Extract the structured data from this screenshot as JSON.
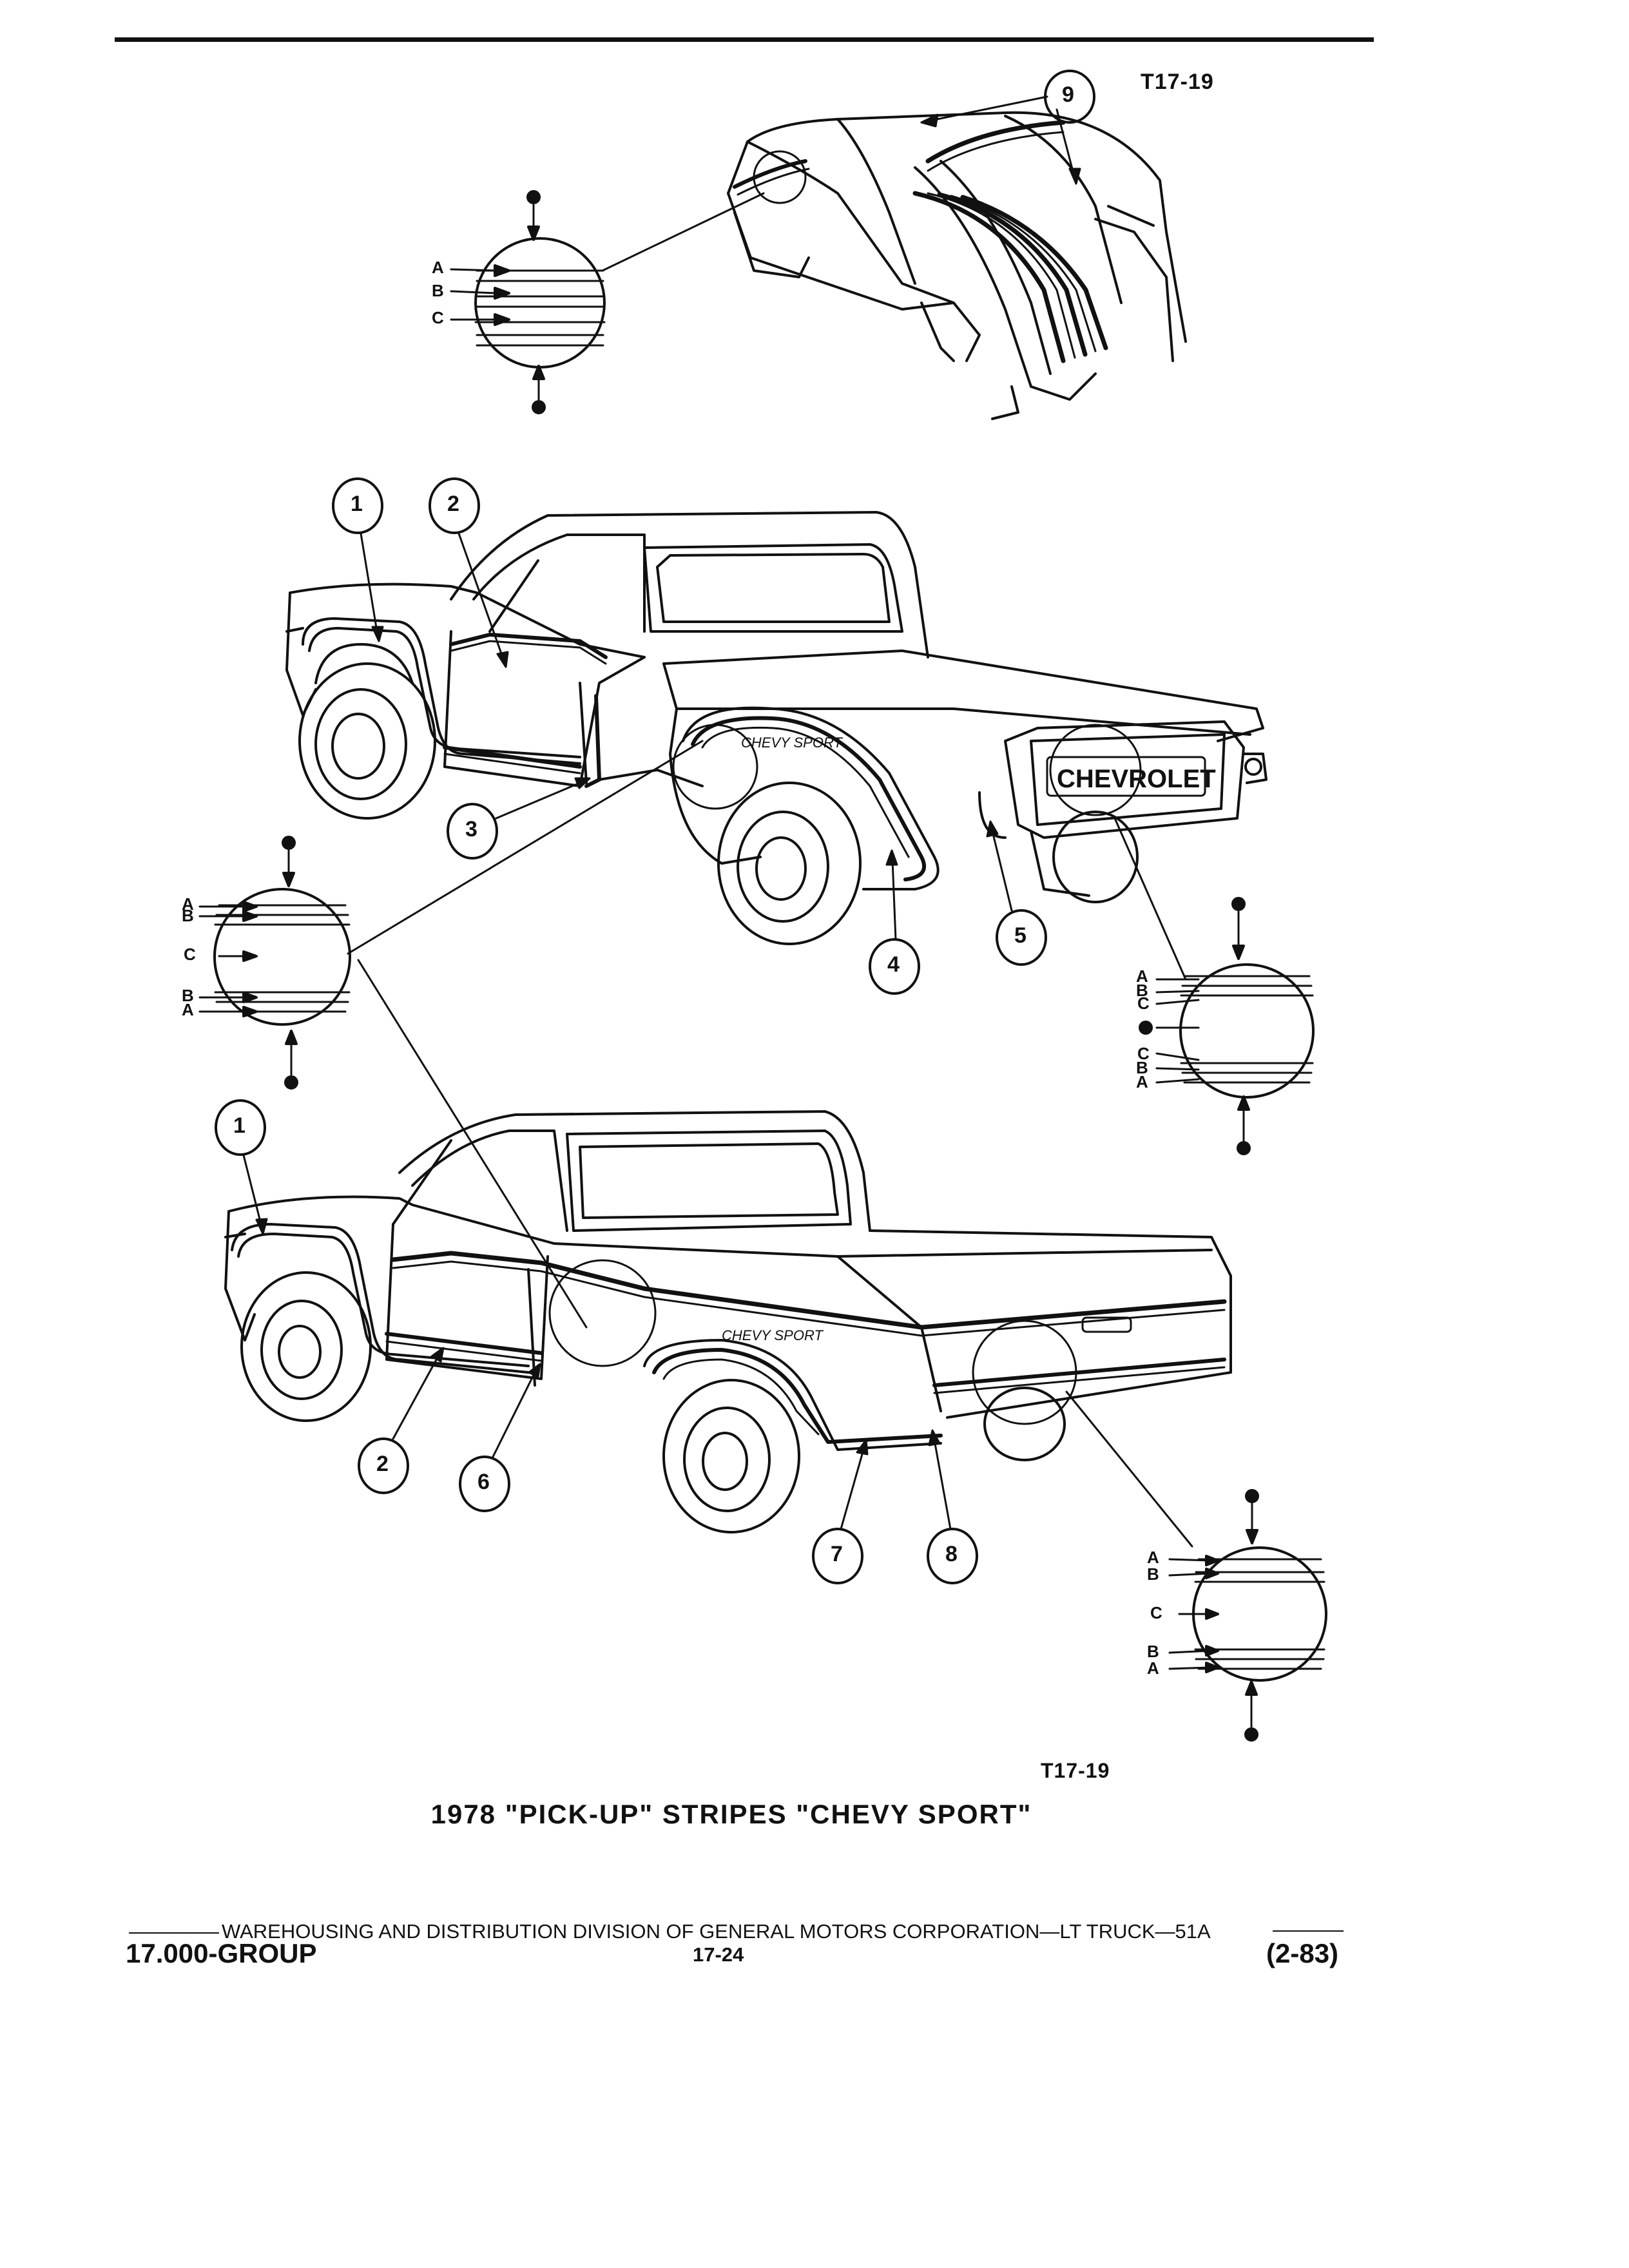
{
  "diagram_ref_top": "T17-19",
  "diagram_ref_bottom": "T17-19",
  "caption": "1978 \"PICK-UP\" STRIPES \"CHEVY SPORT\"",
  "tailgate_lettering": "CHEVROLET",
  "callouts": {
    "c1": "1",
    "c2": "2",
    "c3": "3",
    "c4": "4",
    "c5": "5",
    "c6": "6",
    "c7": "7",
    "c8": "8",
    "c9": "9",
    "c1b": "1",
    "c2b": "2"
  },
  "detail_letters": {
    "a": "A",
    "b": "B",
    "c": "C"
  },
  "footer": {
    "division_line": "WAREHOUSING AND DISTRIBUTION  DIVISION OF GENERAL MOTORS CORPORATION—LT TRUCK—51A",
    "group": "17.000-GROUP",
    "page_number": "17-24",
    "date": "(2-83)"
  }
}
